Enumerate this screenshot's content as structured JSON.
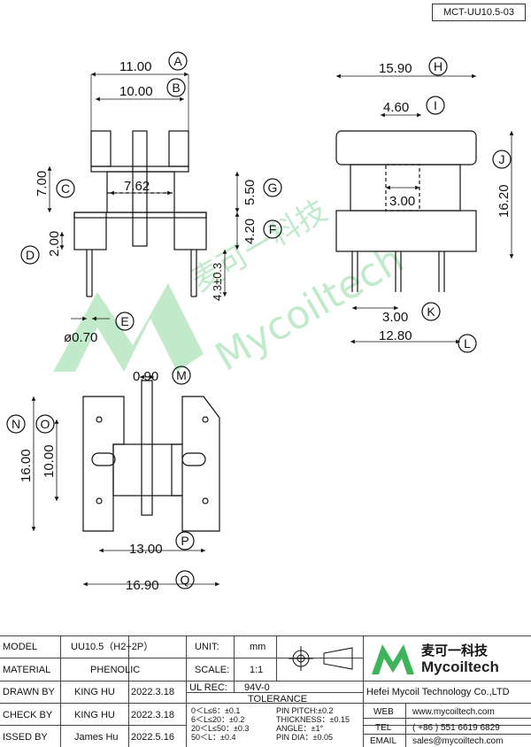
{
  "part_number": "MCT-UU10.5-03",
  "watermark": {
    "chinese": "麦可一科技",
    "english": "Mycoiltech"
  },
  "dimensions": {
    "A": "11.00",
    "B": "10.00",
    "C": "7.00",
    "C_inner": "7.62",
    "G": "5.50",
    "F": "4.20",
    "D": "2.00",
    "pin_len": "4.3±0.3",
    "E": "ø0.70",
    "H": "15.90",
    "I": "4.60",
    "I_inner": "3.00",
    "J": "16.20",
    "K": "3.00",
    "L": "12.80",
    "M": "0.90",
    "N": "16.00",
    "O": "10.00",
    "P": "13.00",
    "Q": "16.90"
  },
  "title_block": {
    "model_label": "MODEL",
    "model_value": "UU10.5（H2+2P）",
    "material_label": "MATERIAL",
    "material_value": "PHENOLIC",
    "drawn_label": "DRAWN BY",
    "drawn_value": "KING HU",
    "drawn_date": "2022.3.18",
    "check_label": "CHECK BY",
    "check_value": "KING HU",
    "check_date": "2022.3.18",
    "issued_label": "ISSED BY",
    "issued_value": "James Hu",
    "issued_date": "2022.5.16",
    "unit_label": "UNIT:",
    "unit_value": "mm",
    "scale_label": "SCALE:",
    "scale_value": "1:1",
    "ul_label": "UL REC:",
    "ul_value": "94V-0",
    "tolerance_label": "TOLERANCE",
    "tol_1": "0＜L≤6：±0.1",
    "tol_2": "6＜L≤20：±0.2",
    "tol_3": "20＜L≤50：±0.3",
    "tol_4": "50＜L：±0.4",
    "tol_5": "PIN PITCH:±0.2",
    "tol_6": "THICKNESS：±0.15",
    "tol_7": "ANGLE：±1°",
    "tol_8": "PIN DIA：±0.05",
    "company_cn": "麦可一科技",
    "company_en": "Mycoiltech",
    "company_full": "Hefei Mycoil Technology Co.,LTD",
    "web_label": "WEB",
    "web_value": "www.mycoiltech.com",
    "tel_label": "TEL",
    "tel_value": "( +86 ) 551 6619 6829",
    "email_label": "EMAIL",
    "email_value": "sales@mycoiltech.com"
  }
}
